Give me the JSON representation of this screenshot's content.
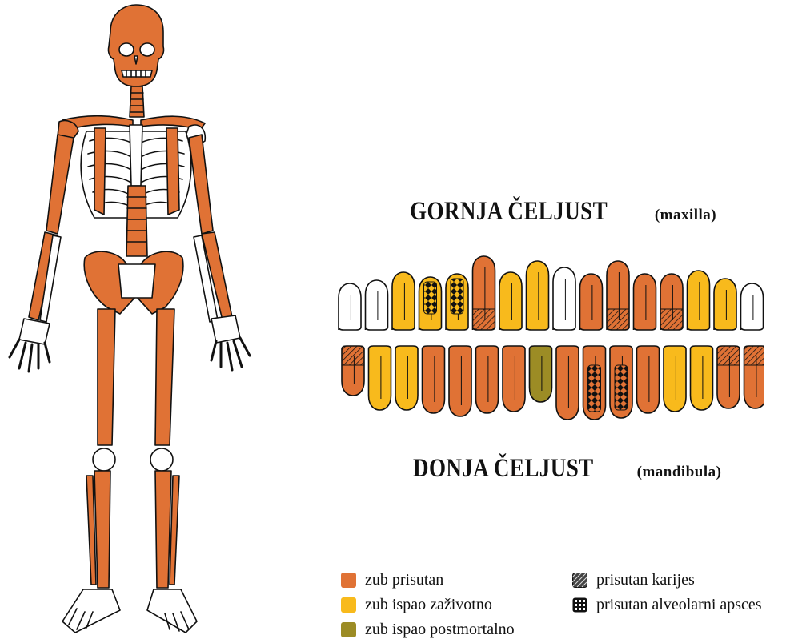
{
  "colors": {
    "present": "#E07235",
    "lost_antemortem": "#F8BA1C",
    "lost_postmortem": "#9C8C25",
    "outline": "#111111"
  },
  "titles": {
    "upper_main": "GORNJA ČELJUST",
    "upper_sub": "(maxilla)",
    "lower_main": "DONJA ČELJUST",
    "lower_sub": "(mandibula)"
  },
  "legend": [
    {
      "label": "zub prisutan",
      "swatch": "present"
    },
    {
      "label": "zub ispao zaživotno",
      "swatch": "lost_antemortem"
    },
    {
      "label": "zub ispao postmortalno",
      "swatch": "lost_postmortem"
    },
    {
      "label": "prisutan karijes",
      "swatch": "caries"
    },
    {
      "label": "prisutan alveolarni apsces",
      "swatch": "abscess"
    }
  ],
  "upper_teeth": [
    {
      "state": "missing",
      "mark": "none"
    },
    {
      "state": "missing",
      "mark": "none"
    },
    {
      "state": "lost_antemortem",
      "mark": "none"
    },
    {
      "state": "lost_antemortem",
      "mark": "abscess"
    },
    {
      "state": "lost_antemortem",
      "mark": "abscess"
    },
    {
      "state": "present",
      "mark": "caries"
    },
    {
      "state": "lost_antemortem",
      "mark": "none"
    },
    {
      "state": "lost_antemortem",
      "mark": "none"
    },
    {
      "state": "missing",
      "mark": "none"
    },
    {
      "state": "present",
      "mark": "none"
    },
    {
      "state": "present",
      "mark": "caries"
    },
    {
      "state": "present",
      "mark": "none"
    },
    {
      "state": "present",
      "mark": "caries"
    },
    {
      "state": "lost_antemortem",
      "mark": "none"
    },
    {
      "state": "lost_antemortem",
      "mark": "none"
    },
    {
      "state": "missing",
      "mark": "none"
    }
  ],
  "lower_teeth": [
    {
      "state": "present",
      "mark": "caries"
    },
    {
      "state": "lost_antemortem",
      "mark": "none"
    },
    {
      "state": "lost_antemortem",
      "mark": "none"
    },
    {
      "state": "present",
      "mark": "none"
    },
    {
      "state": "present",
      "mark": "none"
    },
    {
      "state": "present",
      "mark": "none"
    },
    {
      "state": "present",
      "mark": "none"
    },
    {
      "state": "lost_postmortem",
      "mark": "none"
    },
    {
      "state": "present",
      "mark": "none"
    },
    {
      "state": "present",
      "mark": "abscess"
    },
    {
      "state": "present",
      "mark": "abscess"
    },
    {
      "state": "present",
      "mark": "none"
    },
    {
      "state": "lost_antemortem",
      "mark": "none"
    },
    {
      "state": "lost_antemortem",
      "mark": "none"
    },
    {
      "state": "present",
      "mark": "caries"
    },
    {
      "state": "present",
      "mark": "caries"
    }
  ]
}
